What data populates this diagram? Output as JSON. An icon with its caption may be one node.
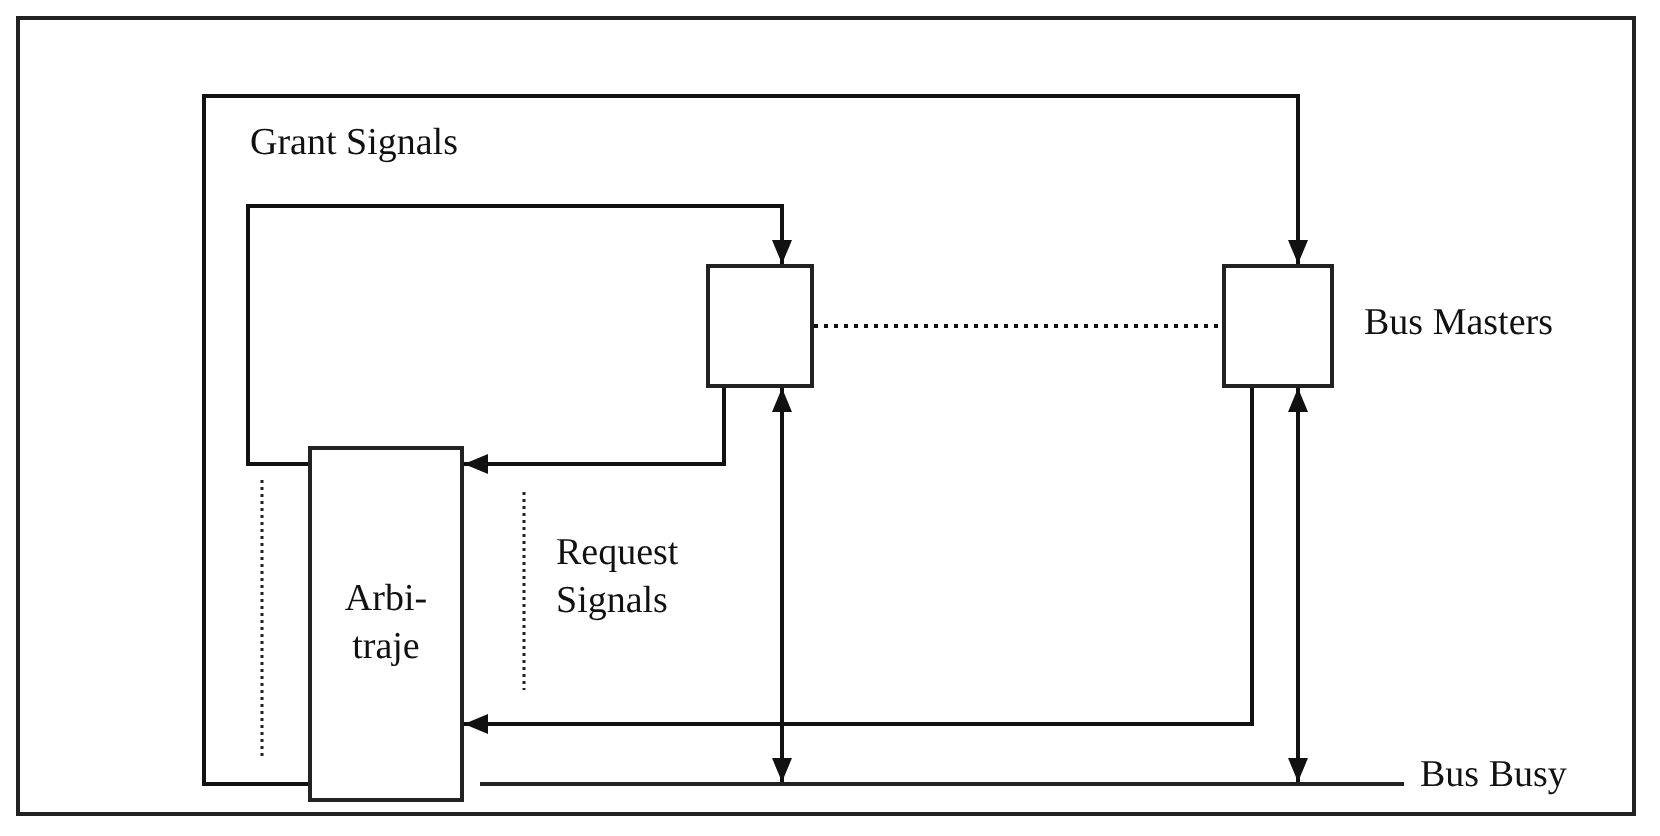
{
  "diagram": {
    "nodes": [
      {
        "text": [
          "Arbi- traje"
        ]
      },
      {
        "text": [],
        "shape": "box"
      },
      {
        "text": [],
        "shape": "box",
        "beside": [
          "Bus Masters"
        ]
      },
      {
        "text": [],
        "shape": "bar",
        "beside": [
          "Bus Busy"
        ]
      }
    ],
    "edges": [
      {
        "from": 0,
        "to": 1,
        "arrow": "to"
      },
      {
        "from": 0,
        "to": 2,
        "arrow": "to"
      },
      {
        "from": 1,
        "to": 0,
        "arrow": "to"
      },
      {
        "from": 2,
        "to": 0,
        "arrow": "to"
      },
      {
        "from": 1,
        "to": 2,
        "arrow": "none",
        "style": "dashed"
      },
      {
        "from": 1,
        "to": 3,
        "arrow": "both"
      },
      {
        "from": 2,
        "to": 3,
        "arrow": "both"
      }
    ],
    "labels": [
      "Grant Signals",
      "Request Signals"
    ]
  }
}
